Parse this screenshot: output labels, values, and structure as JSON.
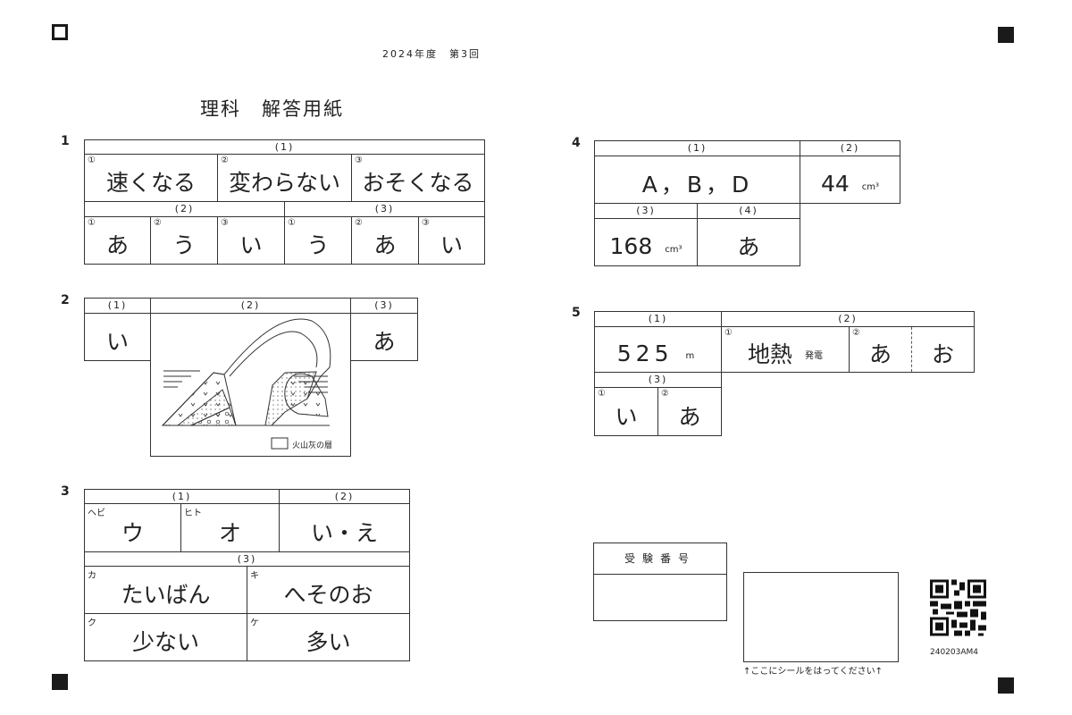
{
  "header": {
    "session": "2024年度　第3回",
    "title": "理科　解答用紙"
  },
  "q1": {
    "number": "1",
    "h1": "(1)",
    "h2": "(2)",
    "h3": "(3)",
    "row1": [
      {
        "tag": "①",
        "answer": "速くなる"
      },
      {
        "tag": "②",
        "answer": "変わらない"
      },
      {
        "tag": "③",
        "answer": "おそくなる"
      }
    ],
    "row2": [
      {
        "tag": "①",
        "answer": "あ"
      },
      {
        "tag": "②",
        "answer": "う"
      },
      {
        "tag": "③",
        "answer": "い"
      },
      {
        "tag": "①",
        "answer": "う"
      },
      {
        "tag": "②",
        "answer": "あ"
      },
      {
        "tag": "③",
        "answer": "い"
      }
    ]
  },
  "q2": {
    "number": "2",
    "h1": "(1)",
    "h2": "(2)",
    "h3": "(3)",
    "a1": "い",
    "a3": "あ",
    "legend": "火山灰の層"
  },
  "q3": {
    "number": "3",
    "h1": "(1)",
    "h2": "(2)",
    "h3": "(3)",
    "row1": [
      {
        "tag": "ヘビ",
        "answer": "ウ"
      },
      {
        "tag": "ヒト",
        "answer": "オ"
      },
      {
        "tag": "",
        "answer": "い・え"
      }
    ],
    "row2": [
      {
        "tag": "カ",
        "answer": "たいばん"
      },
      {
        "tag": "キ",
        "answer": "へそのお"
      }
    ],
    "row3": [
      {
        "tag": "ク",
        "answer": "少ない"
      },
      {
        "tag": "ケ",
        "answer": "多い"
      }
    ]
  },
  "q4": {
    "number": "4",
    "h1": "(1)",
    "h2": "(2)",
    "h3": "(3)",
    "h4": "(4)",
    "a1": "A，B，D",
    "a2": "44",
    "a2_unit": "cm³",
    "a3": "168",
    "a3_unit": "cm³",
    "a4": "あ"
  },
  "q5": {
    "number": "5",
    "h1": "(1)",
    "h2": "(2)",
    "h3": "(3)",
    "a1": "525",
    "a1_unit": "m",
    "a2_1_tag": "①",
    "a2_1": "地熱",
    "a2_1_suffix": "発電",
    "a2_2_tag": "②",
    "a2_2a": "あ",
    "a2_2b": "お",
    "a3_1_tag": "①",
    "a3_1": "い",
    "a3_2_tag": "②",
    "a3_2": "あ"
  },
  "footer": {
    "exam_number_label": "受験番号",
    "sticker_caption": "↑ここにシールをはってください↑",
    "code": "240203AM4"
  }
}
